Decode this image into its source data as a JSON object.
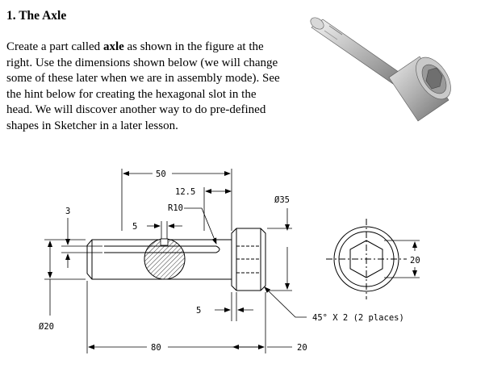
{
  "heading": "1. The Axle",
  "intro": {
    "before": "Create a part called ",
    "bold": "axle",
    "after": " as shown in the figure at the right.  Use the dimensions shown below (we will change some of these later when we are in assembly mode).  See the hint below for creating the hexagonal slot in the head. We will discover another way to do pre-defined shapes in Sketcher in a later lesson."
  },
  "dimensions": {
    "d50": "50",
    "d12_5": "12.5",
    "r10": "R10",
    "d35": "Ø35",
    "d3": "3",
    "d5_top": "5",
    "d20_right": "20",
    "d5_bottom": "5",
    "chamfer": "45° X 2 (2 places)",
    "dia20": "Ø20",
    "d80": "80",
    "d20_bottom": "20"
  }
}
